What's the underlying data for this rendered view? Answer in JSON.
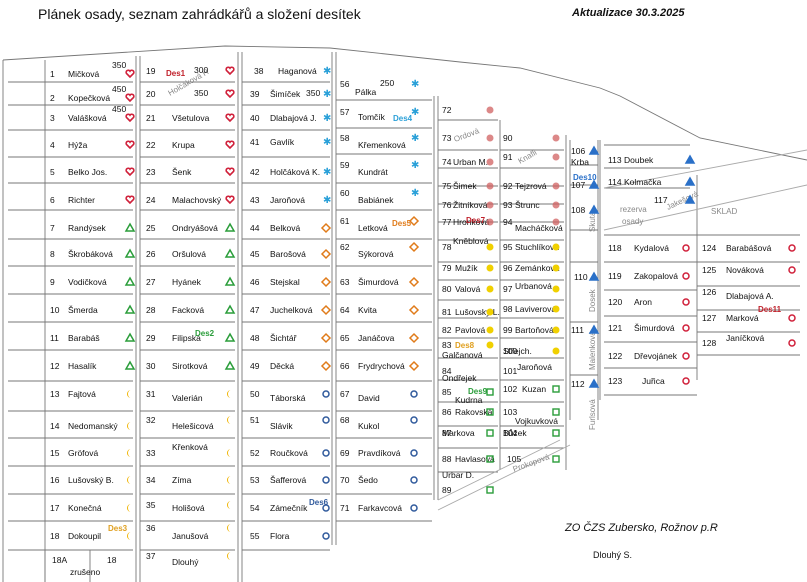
{
  "title": "Plánek osady, seznam zahrádkářů a složení desítek",
  "updated": "Aktualizace 30.3.2025",
  "organization": "ZO ČZS Zubersko, Rožnov p.R",
  "footer_owner": "Dlouhý S.",
  "streets": [
    "Holčáková H",
    "Ordová",
    "Knafli",
    "Skuta",
    "Jakešová",
    "rezerva",
    "osady",
    "SKLAD",
    "Dosek",
    "Malenková",
    "Furlsová",
    "Prokopová"
  ],
  "legend_colors": {
    "heart": "#d0203a",
    "triangle_green": "#2a9d3a",
    "moon": "#f0b400",
    "star": "#2aa0d8",
    "diamond": "#e07b1a",
    "circle_blue": "#305a9c",
    "circle_gray": "#d06060",
    "dot_yellow": "#f0d000",
    "square_green": "#2a9d3a",
    "triangle_blue": "#2a70c8",
    "circle_red": "#d0203a"
  },
  "dozens": [
    "Des1",
    "Des2",
    "Des3",
    "Des4",
    "Des5",
    "Des6",
    "Des7",
    "Des8",
    "Des9",
    "Des10",
    "Des11"
  ],
  "plots": [
    {
      "num": "1",
      "name": "Mičková",
      "extra": "350",
      "icon": "heart"
    },
    {
      "num": "2",
      "name": "Kopečková",
      "extra": "450",
      "icon": "heart"
    },
    {
      "num": "3",
      "name": "Valášková",
      "extra": "450",
      "icon": "heart"
    },
    {
      "num": "4",
      "name": "Hýža",
      "extra": "",
      "icon": "heart"
    },
    {
      "num": "5",
      "name": "Belko Jos.",
      "extra": "",
      "icon": "heart"
    },
    {
      "num": "6",
      "name": "Richter",
      "extra": "",
      "icon": "heart"
    },
    {
      "num": "7",
      "name": "Randýsek",
      "extra": "",
      "icon": "triangle_green"
    },
    {
      "num": "8",
      "name": "Škrobáková",
      "extra": "",
      "icon": "triangle_green"
    },
    {
      "num": "9",
      "name": "Vodičková",
      "extra": "",
      "icon": "triangle_green"
    },
    {
      "num": "10",
      "name": "Šmerda",
      "extra": "",
      "icon": "triangle_green"
    },
    {
      "num": "11",
      "name": "Barabáš",
      "extra": "",
      "icon": "triangle_green"
    },
    {
      "num": "12",
      "name": "Hasalík",
      "extra": "",
      "icon": "triangle_green"
    },
    {
      "num": "13",
      "name": "Fajtová",
      "extra": "",
      "icon": "moon"
    },
    {
      "num": "14",
      "name": "Nedomanský",
      "extra": "",
      "icon": "moon"
    },
    {
      "num": "15",
      "name": "Gröfová",
      "extra": "",
      "icon": "moon"
    },
    {
      "num": "16",
      "name": "Lušovský B.",
      "extra": "",
      "icon": "moon"
    },
    {
      "num": "17",
      "name": "Konečná",
      "extra": "",
      "icon": "moon"
    },
    {
      "num": "18",
      "name": "Dokoupil",
      "extra": "",
      "icon": "moon"
    },
    {
      "num": "18A",
      "name": "zrušeno",
      "extra": "",
      "icon": ""
    },
    {
      "num": "18",
      "name": "Dlouhý",
      "extra": "",
      "icon": ""
    },
    {
      "num": "19",
      "name": "",
      "extra": "300",
      "icon": "heart"
    },
    {
      "num": "20",
      "name": "",
      "extra": "350",
      "icon": "heart"
    },
    {
      "num": "21",
      "name": "Všetulova",
      "extra": "",
      "icon": "heart"
    },
    {
      "num": "22",
      "name": "Krupa",
      "extra": "",
      "icon": "heart"
    },
    {
      "num": "23",
      "name": "Šenk",
      "extra": "",
      "icon": "heart"
    },
    {
      "num": "24",
      "name": "Malachovský",
      "extra": "",
      "icon": "heart"
    },
    {
      "num": "25",
      "name": "Ondryášová",
      "extra": "",
      "icon": "triangle_green"
    },
    {
      "num": "26",
      "name": "Oršulová",
      "extra": "",
      "icon": "triangle_green"
    },
    {
      "num": "27",
      "name": "Hyánek",
      "extra": "",
      "icon": "triangle_green"
    },
    {
      "num": "28",
      "name": "Facková",
      "extra": "",
      "icon": "triangle_green"
    },
    {
      "num": "29",
      "name": "Filipská",
      "extra": "",
      "icon": "triangle_green"
    },
    {
      "num": "30",
      "name": "Sirotková",
      "extra": "",
      "icon": "triangle_green"
    },
    {
      "num": "31",
      "name": "Valerián",
      "extra": "",
      "icon": "moon"
    },
    {
      "num": "32",
      "name": "Helešicová",
      "extra": "",
      "icon": "moon"
    },
    {
      "num": "33",
      "name": "Křenková",
      "extra": "",
      "icon": "moon"
    },
    {
      "num": "34",
      "name": "Zíma",
      "extra": "",
      "icon": "moon"
    },
    {
      "num": "35",
      "name": "Holišová",
      "extra": "",
      "icon": "moon"
    },
    {
      "num": "36",
      "name": "Janušová",
      "extra": "",
      "icon": "moon"
    },
    {
      "num": "37",
      "name": "Dlouhý",
      "extra": "",
      "icon": "moon"
    },
    {
      "num": "38",
      "name": "Haganová",
      "extra": "",
      "icon": "star"
    },
    {
      "num": "39",
      "name": "Šimíček",
      "extra": "350",
      "icon": "star"
    },
    {
      "num": "40",
      "name": "Dlabajová J.",
      "extra": "",
      "icon": "star"
    },
    {
      "num": "41",
      "name": "Gavlík",
      "extra": "",
      "icon": "star"
    },
    {
      "num": "42",
      "name": "Holčáková K.",
      "extra": "",
      "icon": "star"
    },
    {
      "num": "43",
      "name": "Jaroňová",
      "extra": "",
      "icon": "star"
    },
    {
      "num": "44",
      "name": "Belková",
      "extra": "",
      "icon": "diamond"
    },
    {
      "num": "45",
      "name": "Barošová",
      "extra": "",
      "icon": "diamond"
    },
    {
      "num": "46",
      "name": "Stejskal",
      "extra": "",
      "icon": "diamond"
    },
    {
      "num": "47",
      "name": "Juchelková",
      "extra": "",
      "icon": "diamond"
    },
    {
      "num": "48",
      "name": "Šichtář",
      "extra": "",
      "icon": "diamond"
    },
    {
      "num": "49",
      "name": "Děcká",
      "extra": "",
      "icon": "diamond"
    },
    {
      "num": "50",
      "name": "Táborská",
      "extra": "",
      "icon": "circle_blue"
    },
    {
      "num": "51",
      "name": "Slávik",
      "extra": "",
      "icon": "circle_blue"
    },
    {
      "num": "52",
      "name": "Roučková",
      "extra": "",
      "icon": "circle_blue"
    },
    {
      "num": "53",
      "name": "Šafferová",
      "extra": "",
      "icon": "circle_blue"
    },
    {
      "num": "54",
      "name": "Zámečník",
      "extra": "",
      "icon": "circle_blue"
    },
    {
      "num": "55",
      "name": "Flora",
      "extra": "",
      "icon": "circle_blue"
    },
    {
      "num": "56",
      "name": "Pálka",
      "extra": "250",
      "icon": "star"
    },
    {
      "num": "57",
      "name": "Tomčík",
      "extra": "",
      "icon": "star"
    },
    {
      "num": "58",
      "name": "Křemenková",
      "extra": "",
      "icon": "star"
    },
    {
      "num": "59",
      "name": "Kundrát",
      "extra": "",
      "icon": "star"
    },
    {
      "num": "60",
      "name": "Babiánek",
      "extra": "",
      "icon": "star"
    },
    {
      "num": "61",
      "name": "Letková",
      "extra": "",
      "icon": "diamond"
    },
    {
      "num": "62",
      "name": "Sýkorová",
      "extra": "",
      "icon": "diamond"
    },
    {
      "num": "63",
      "name": "Šimurdová",
      "extra": "",
      "icon": "diamond"
    },
    {
      "num": "64",
      "name": "Kvita",
      "extra": "",
      "icon": "diamond"
    },
    {
      "num": "65",
      "name": "Janáčova",
      "extra": "",
      "icon": "diamond"
    },
    {
      "num": "66",
      "name": "Frydrychová",
      "extra": "",
      "icon": "diamond"
    },
    {
      "num": "67",
      "name": "David",
      "extra": "",
      "icon": "circle_blue"
    },
    {
      "num": "68",
      "name": "Kukol",
      "extra": "",
      "icon": "circle_blue"
    },
    {
      "num": "69",
      "name": "Pravdíková",
      "extra": "",
      "icon": "circle_blue"
    },
    {
      "num": "70",
      "name": "Šedo",
      "extra": "",
      "icon": "circle_blue"
    },
    {
      "num": "71",
      "name": "Farkavcová",
      "extra": "",
      "icon": "circle_blue"
    },
    {
      "num": "72",
      "name": "",
      "extra": "",
      "icon": "circle_gray"
    },
    {
      "num": "73",
      "name": "",
      "extra": "",
      "icon": "circle_gray"
    },
    {
      "num": "74",
      "name": "Urban M.",
      "extra": "",
      "icon": "circle_gray"
    },
    {
      "num": "75",
      "name": "Šimek",
      "extra": "",
      "icon": "circle_gray"
    },
    {
      "num": "76",
      "name": "Žitníková",
      "extra": "",
      "icon": "circle_gray"
    },
    {
      "num": "77",
      "name": "Hronková",
      "extra": "",
      "icon": "circle_gray"
    },
    {
      "num": "78",
      "name": "Kněblová",
      "extra": "",
      "icon": "dot_yellow"
    },
    {
      "num": "79",
      "name": "Mužík",
      "extra": "",
      "icon": "dot_yellow"
    },
    {
      "num": "80",
      "name": "Valová",
      "extra": "",
      "icon": "dot_yellow"
    },
    {
      "num": "81",
      "name": "Lušovský L.",
      "extra": "",
      "icon": "dot_yellow"
    },
    {
      "num": "82",
      "name": "Pavlová",
      "extra": "",
      "icon": "dot_yellow"
    },
    {
      "num": "83",
      "name": "Galčanová",
      "extra": "",
      "icon": "dot_yellow"
    },
    {
      "num": "84",
      "name": "Ondřejek",
      "extra": "",
      "icon": ""
    },
    {
      "num": "85",
      "name": "Kudrna",
      "extra": "",
      "icon": "square_green"
    },
    {
      "num": "86",
      "name": "Rakovská",
      "extra": "",
      "icon": "square_green"
    },
    {
      "num": "87",
      "name": "Markova",
      "extra": "",
      "icon": "square_green"
    },
    {
      "num": "88",
      "name": "Havlasová",
      "extra": "",
      "icon": "square_green"
    },
    {
      "num": "89",
      "name": "Urbar D.",
      "extra": "",
      "icon": "square_green"
    },
    {
      "num": "90",
      "name": "",
      "extra": "",
      "icon": "circle_gray"
    },
    {
      "num": "91",
      "name": "",
      "extra": "",
      "icon": "circle_gray"
    },
    {
      "num": "92",
      "name": "Tejzrová",
      "extra": "",
      "icon": "circle_gray"
    },
    {
      "num": "93",
      "name": "Štrunc",
      "extra": "",
      "icon": "circle_gray"
    },
    {
      "num": "94",
      "name": "Macháčková",
      "extra": "",
      "icon": "circle_gray"
    },
    {
      "num": "95",
      "name": "Stuchlíková",
      "extra": "",
      "icon": "dot_yellow"
    },
    {
      "num": "96",
      "name": "Zemánková",
      "extra": "",
      "icon": "dot_yellow"
    },
    {
      "num": "97",
      "name": "Urbanová",
      "extra": "",
      "icon": "dot_yellow"
    },
    {
      "num": "98",
      "name": "Laviverová",
      "extra": "",
      "icon": "dot_yellow"
    },
    {
      "num": "99",
      "name": "Bartoňová",
      "extra": "",
      "icon": "dot_yellow"
    },
    {
      "num": "100",
      "name": "Střejch.",
      "extra": "",
      "icon": "dot_yellow"
    },
    {
      "num": "101",
      "name": "Jaroňová",
      "extra": "",
      "icon": ""
    },
    {
      "num": "102",
      "name": "Kuzan",
      "extra": "",
      "icon": "square_green"
    },
    {
      "num": "103",
      "name": "Vojkuvková",
      "extra": "",
      "icon": "square_green"
    },
    {
      "num": "104",
      "name": "Bůžek",
      "extra": "",
      "icon": "square_green"
    },
    {
      "num": "105",
      "name": "",
      "extra": "",
      "icon": "square_green"
    },
    {
      "num": "106",
      "name": "Krba",
      "extra": "",
      "icon": "triangle_blue"
    },
    {
      "num": "107",
      "name": "",
      "extra": "",
      "icon": "triangle_blue"
    },
    {
      "num": "108",
      "name": "",
      "extra": "",
      "icon": "triangle_blue"
    },
    {
      "num": "110",
      "name": "",
      "extra": "",
      "icon": "triangle_blue"
    },
    {
      "num": "111",
      "name": "",
      "extra": "",
      "icon": "triangle_blue"
    },
    {
      "num": "112",
      "name": "",
      "extra": "",
      "icon": "triangle_blue"
    },
    {
      "num": "113",
      "name": "Doubek",
      "extra": "",
      "icon": "triangle_blue"
    },
    {
      "num": "114",
      "name": "Kolmačka",
      "extra": "",
      "icon": "triangle_blue"
    },
    {
      "num": "117",
      "name": "",
      "extra": "",
      "icon": "triangle_blue"
    },
    {
      "num": "118",
      "name": "Kydalová",
      "extra": "",
      "icon": "circle_red"
    },
    {
      "num": "119",
      "name": "Zakopalová",
      "extra": "",
      "icon": "circle_red"
    },
    {
      "num": "120",
      "name": "Aron",
      "extra": "",
      "icon": "circle_red"
    },
    {
      "num": "121",
      "name": "Šimurdová",
      "extra": "",
      "icon": "circle_red"
    },
    {
      "num": "122",
      "name": "Dřevojánek",
      "extra": "",
      "icon": "circle_red"
    },
    {
      "num": "123",
      "name": "Juřica",
      "extra": "",
      "icon": "circle_red"
    },
    {
      "num": "124",
      "name": "Barabášová",
      "extra": "",
      "icon": "circle_red"
    },
    {
      "num": "125",
      "name": "Nováková",
      "extra": "",
      "icon": "circle_red"
    },
    {
      "num": "126",
      "name": "Dlabajová A.",
      "extra": "",
      "icon": ""
    },
    {
      "num": "127",
      "name": "Marková",
      "extra": "",
      "icon": "circle_red"
    },
    {
      "num": "128",
      "name": "Janíčková",
      "extra": "",
      "icon": "circle_red"
    }
  ]
}
